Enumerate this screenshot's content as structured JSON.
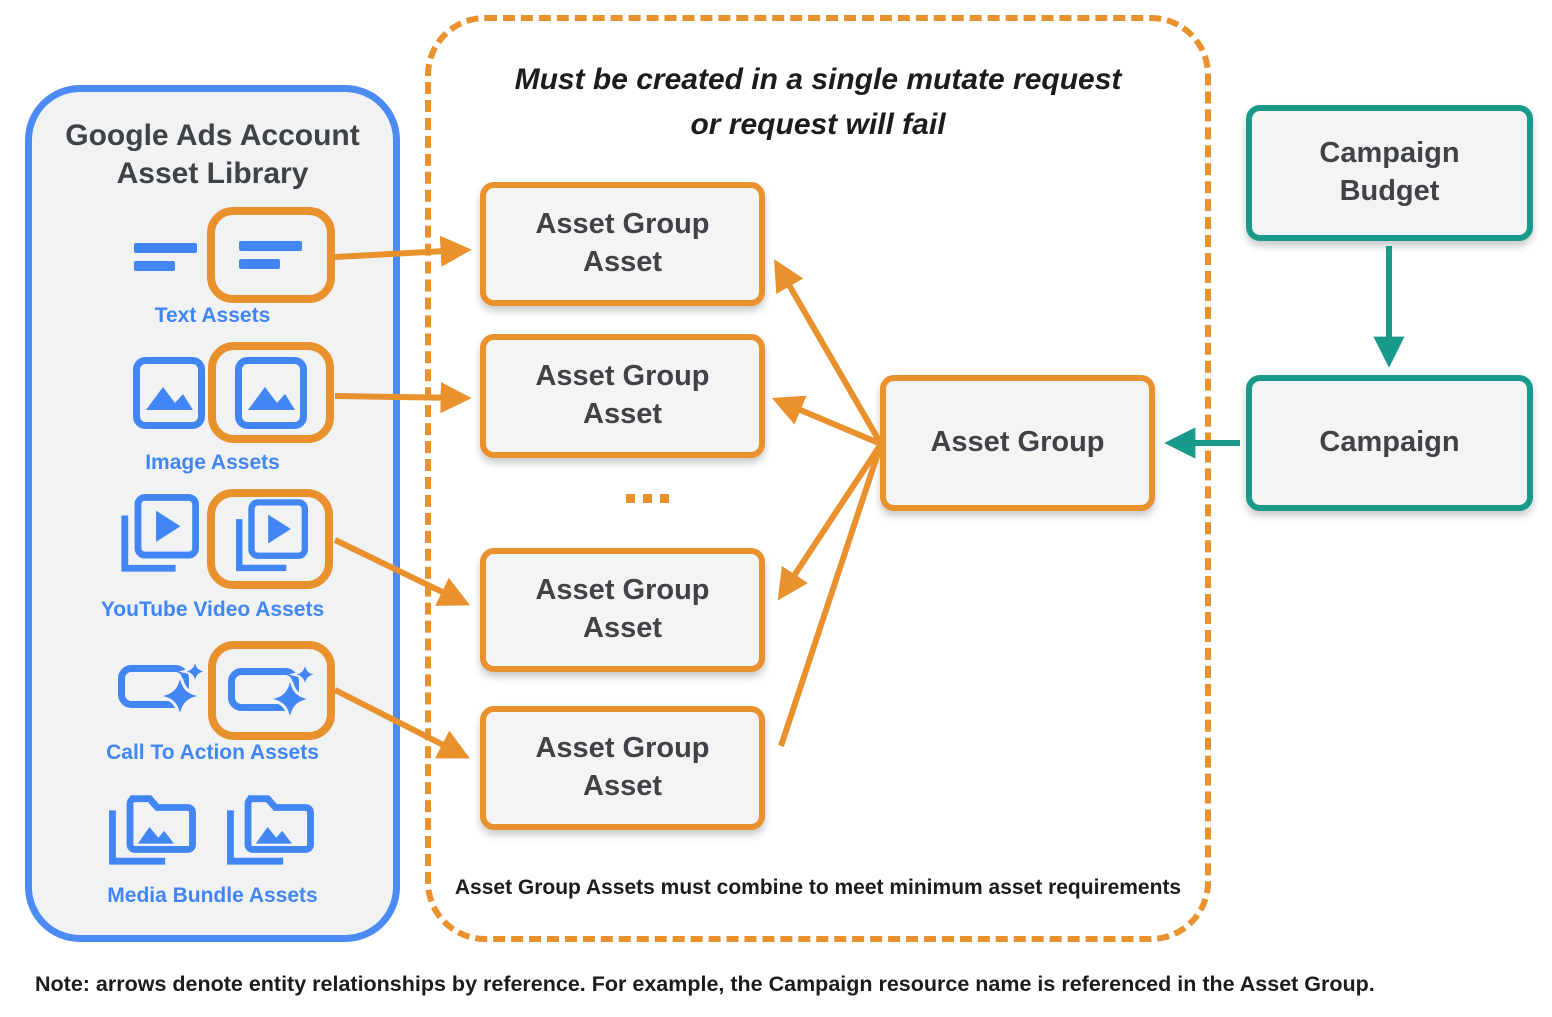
{
  "colors": {
    "orange": "#E8912D",
    "blue": "#4C8BF5",
    "blueicon": "#4285F4",
    "teal": "#18998A",
    "dark": "#3F4348",
    "black": "#1B1C1D",
    "panelbg": "#F1F2F4",
    "cardbg": "#F4F4F4"
  },
  "library": {
    "title": "Google Ads Account Asset Library",
    "items": [
      {
        "id": "text",
        "label": "Text Assets",
        "icon": "text-asset-icon"
      },
      {
        "id": "image",
        "label": "Image Assets",
        "icon": "image-asset-icon"
      },
      {
        "id": "youtube",
        "label": "YouTube Video Assets",
        "icon": "youtube-video-asset-icon"
      },
      {
        "id": "cta",
        "label": "Call To Action Assets",
        "icon": "call-to-action-asset-icon"
      },
      {
        "id": "media",
        "label": "Media Bundle Assets",
        "icon": "media-bundle-asset-icon"
      }
    ]
  },
  "mutate_box": {
    "title_line1": "Must be created in a single mutate request",
    "title_line2": "or request will fail",
    "asset_box_label": "Asset Group Asset",
    "ellipsis": "...",
    "footnote": "Asset Group Assets must combine to meet minimum asset requirements"
  },
  "entities": {
    "asset_group": "Asset Group",
    "campaign_budget": "Campaign Budget",
    "campaign": "Campaign"
  },
  "note": "Note: arrows denote entity relationships by reference. For example, the Campaign resource name is referenced in the Asset Group."
}
